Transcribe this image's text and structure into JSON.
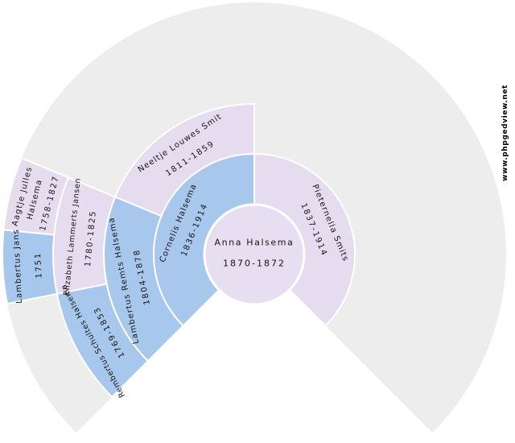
{
  "watermark": "www.phpgedview.net",
  "colors": {
    "male_sector": "#a8c7ec",
    "female_sector": "#e6dcf0",
    "empty_sector": "#ededed",
    "separator_line": "#ffffff",
    "background": "#ffffff",
    "text": "#141414"
  },
  "chart": {
    "type": "fan",
    "fan_degrees": 270,
    "generations_shown": 5
  },
  "people": [
    {
      "relation": "root",
      "generation": 0,
      "name": "Anna Halsema",
      "dates": "1870-1872",
      "sex": "F"
    },
    {
      "relation": "father",
      "generation": 1,
      "name": "Cornelis Halsema",
      "dates": "1836-1914",
      "sex": "M"
    },
    {
      "relation": "mother",
      "generation": 1,
      "name": "Pieternella Smits",
      "dates": "1837-1914",
      "sex": "F"
    },
    {
      "relation": "paternal-grandfather",
      "generation": 2,
      "name": "Lambertus Remts Halsema",
      "dates": "1804-1878",
      "sex": "M"
    },
    {
      "relation": "paternal-grandmother",
      "generation": 2,
      "name": "Neeltje Louwes Smit",
      "dates": "1811-1859",
      "sex": "F"
    },
    {
      "relation": "great-grandfather",
      "generation": 3,
      "name": "Rembertus Schultes Halsema",
      "dates": "1769-1853",
      "sex": "M"
    },
    {
      "relation": "great-grandmother",
      "generation": 3,
      "name": "Elizabeth Lammerts Jansen",
      "dates": "1780-1825",
      "sex": "F"
    },
    {
      "relation": "great-great-grandfather",
      "generation": 4,
      "name": "Lambertus Jans",
      "dates": "1751",
      "sex": "M"
    },
    {
      "relation": "great-great-grandmother",
      "generation": 4,
      "name": "Aagtje Julles Halsema",
      "name_line1": "Aagtje Julles",
      "name_line2": "Halsema",
      "dates": "1758-1827",
      "sex": "F"
    }
  ]
}
